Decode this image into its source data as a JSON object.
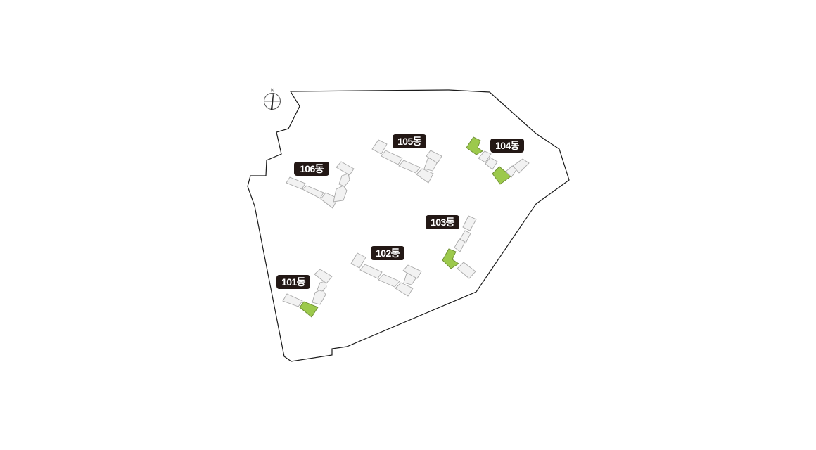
{
  "compass": {
    "north_label": "N",
    "icon": "compass-icon"
  },
  "colors": {
    "boundary": "#1a1a1a",
    "building": "#f2f2f2",
    "highlight": "#9cc94c",
    "label_bg": "#231815"
  },
  "buildings": [
    {
      "id": "101",
      "label": "101동"
    },
    {
      "id": "102",
      "label": "102동"
    },
    {
      "id": "103",
      "label": "103동"
    },
    {
      "id": "104",
      "label": "104동"
    },
    {
      "id": "105",
      "label": "105동"
    },
    {
      "id": "106",
      "label": "106동"
    }
  ]
}
